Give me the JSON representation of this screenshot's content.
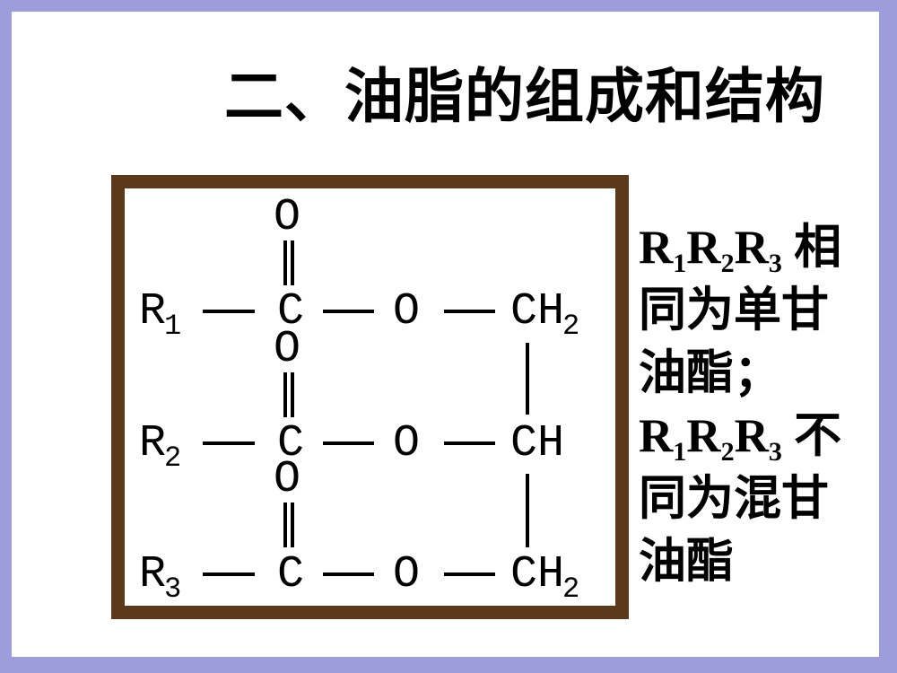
{
  "slide": {
    "title": "二、油脂的组成和结构"
  },
  "molecule": {
    "description": "triglyceride structural formula",
    "rows": [
      {
        "r": "R",
        "r_sub": "1",
        "carbonyl_o": "O",
        "carbon": "C",
        "ester_o": "O",
        "backbone": "CH",
        "backbone_sub": "2"
      },
      {
        "r": "R",
        "r_sub": "2",
        "carbonyl_o": "O",
        "carbon": "C",
        "ester_o": "O",
        "backbone": "CH",
        "backbone_sub": ""
      },
      {
        "r": "R",
        "r_sub": "3",
        "carbonyl_o": "O",
        "carbon": "C",
        "ester_o": "O",
        "backbone": "CH",
        "backbone_sub": "2"
      }
    ]
  },
  "annotation": {
    "lines": [
      {
        "seg0": "R",
        "sub0": "1",
        "seg1": "R",
        "sub1": "2",
        "seg2": "R",
        "sub2": "3",
        "tail": " 相"
      },
      {
        "text": "同为单甘"
      },
      {
        "text": "油酯；"
      },
      {
        "seg0": "R",
        "sub0": "1",
        "seg1": "R",
        "sub1": "2",
        "seg2": "R",
        "sub2": "3",
        "tail": " 不"
      },
      {
        "text": "同为混甘"
      },
      {
        "text": "油酯"
      }
    ]
  },
  "colors": {
    "background": "#9D9DDB",
    "slide": "#FFFFFF",
    "frame": "#5B3A1B",
    "text": "#000000"
  }
}
